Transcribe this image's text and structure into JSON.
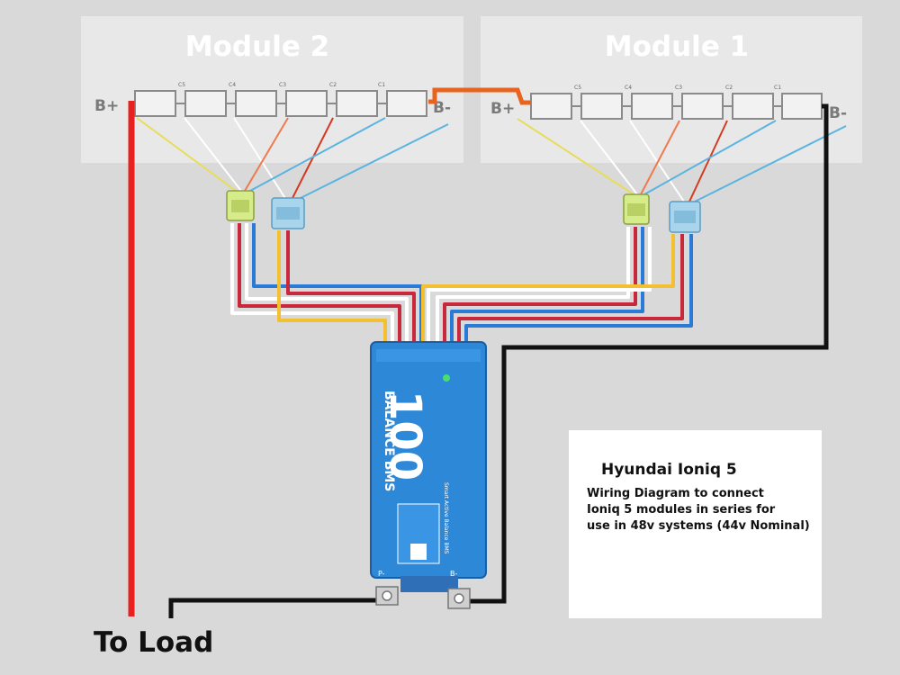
{
  "modules": {
    "left": {
      "title": "Module 2",
      "pos_terminal": "B+",
      "neg_terminal": "B-",
      "cell_taps": [
        "C5",
        "C4",
        "C3",
        "C2",
        "C1"
      ]
    },
    "right": {
      "title": "Module 1",
      "pos_terminal": "B+",
      "neg_terminal": "B-",
      "cell_taps": [
        "C5",
        "C4",
        "C3",
        "C2",
        "C1"
      ]
    }
  },
  "bms": {
    "logo_number": "100",
    "brand": "BALANCE BMS",
    "subtitle": "Smart Active Balance BMS",
    "p_terminal": "P-",
    "b_terminal": "B-"
  },
  "note": {
    "title": "Hyundai Ioniq 5",
    "lines": [
      "Wiring Diagram to connect",
      "Ioniq 5 modules in series for",
      "use in 48v systems (44v Nominal)"
    ]
  },
  "load_label": "To Load",
  "colors": {
    "positive": "#e82020",
    "negative": "#111111",
    "series_link": "#e8641e",
    "bms_body": "#2e88d8",
    "panel": "#e8e8e8"
  }
}
